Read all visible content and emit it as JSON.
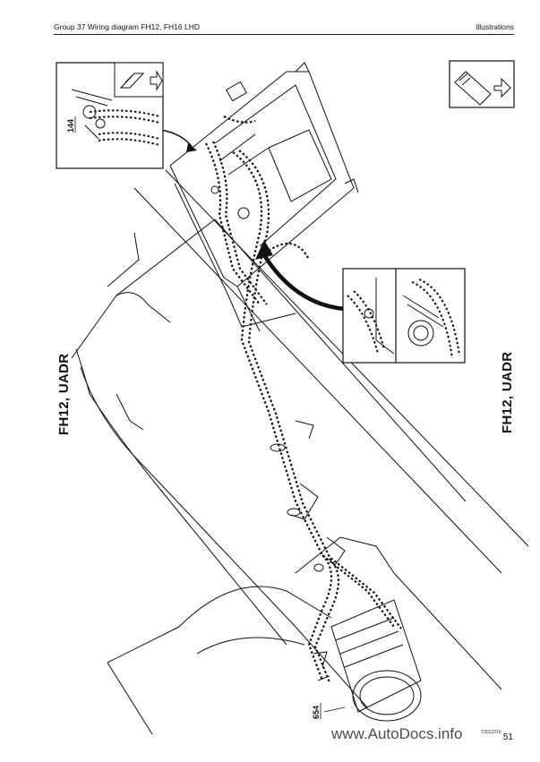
{
  "header": {
    "left_text": "Group 37 Wiring diagram FH12, FH16 LHD",
    "right_text": "Illustrations"
  },
  "side_titles": {
    "left": "FH12, UADR",
    "right": "FH12, UADR"
  },
  "part_labels": {
    "detail_part": "144",
    "bottom_part": "654"
  },
  "footer": {
    "page_number": "51",
    "watermark": "www.AutoDocs.info",
    "ref_code": "T3012316"
  },
  "icons": [
    "direction-arrow-icon",
    "view-direction-icon"
  ]
}
